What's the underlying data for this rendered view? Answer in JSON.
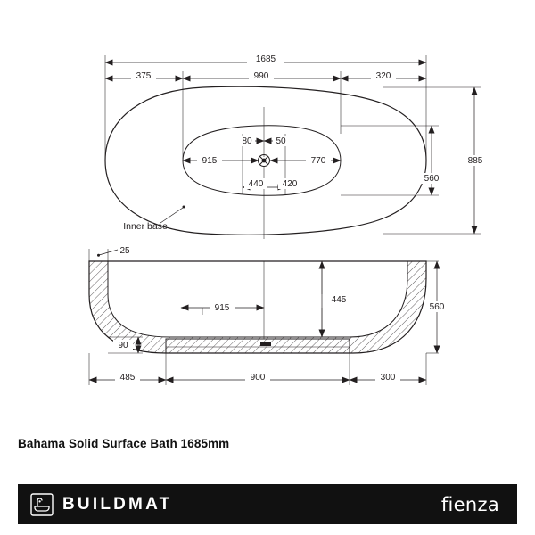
{
  "title": "Bahama Solid Surface Bath 1685mm",
  "footer": {
    "left_brand": "BUILDMAT",
    "left_logo_icon": "buildmat-bath-icon",
    "right_brand": "fienza"
  },
  "drawing": {
    "label_inner_base": "Inner base",
    "plan": {
      "overall_length": "1685",
      "dim_left": "375",
      "dim_center": "990",
      "dim_right": "320",
      "overall_width": "885",
      "inner_width": "560",
      "inner_left": "915",
      "inner_right": "770",
      "waste_small_left": "80",
      "waste_small_right": "50",
      "waste_down_left": "440",
      "waste_down_right": "420"
    },
    "section": {
      "rim_thickness": "25",
      "inner_left": "915",
      "inner_height": "445",
      "overall_height": "560",
      "base_height": "90",
      "dim_left": "485",
      "dim_center": "900",
      "dim_right": "300"
    }
  },
  "colors": {
    "line": "#231f20",
    "footer_bg": "#111111",
    "footer_text": "#ffffff",
    "title_text": "#111111"
  }
}
